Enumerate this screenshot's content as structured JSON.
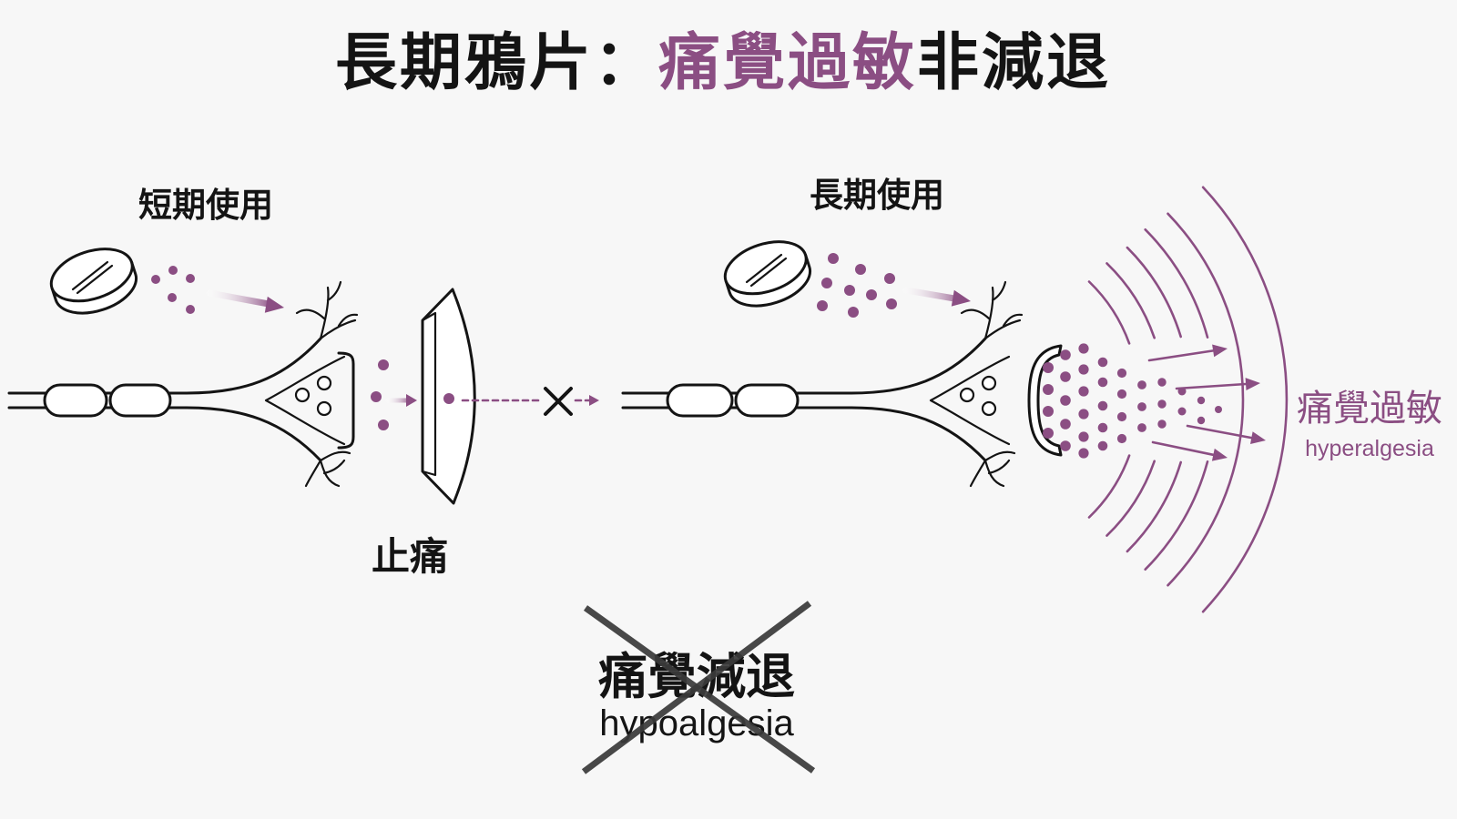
{
  "title": {
    "prefix": "長期鴉片：",
    "highlight": "痛覺過敏",
    "suffix": "非減退"
  },
  "short_term": {
    "label": "短期使用",
    "effect_label": "止痛"
  },
  "long_term": {
    "label": "長期使用",
    "result_label": "痛覺過敏",
    "result_sublabel": "hyperalgesia"
  },
  "rejected": {
    "label": "痛覺減退",
    "sublabel": "hypoalgesia"
  },
  "colors": {
    "accent": "#8B4E83",
    "ink": "#141414",
    "strike": "#3A3A3A",
    "background": "#F7F7F7"
  },
  "icons": {
    "drug": "pill-icon",
    "nerve": "neuron-icon",
    "receptor": "receptor-icon",
    "blocked": "blocked-x-icon",
    "negation": "cross-out-icon",
    "pain_signal": "signal-waves-icon"
  }
}
